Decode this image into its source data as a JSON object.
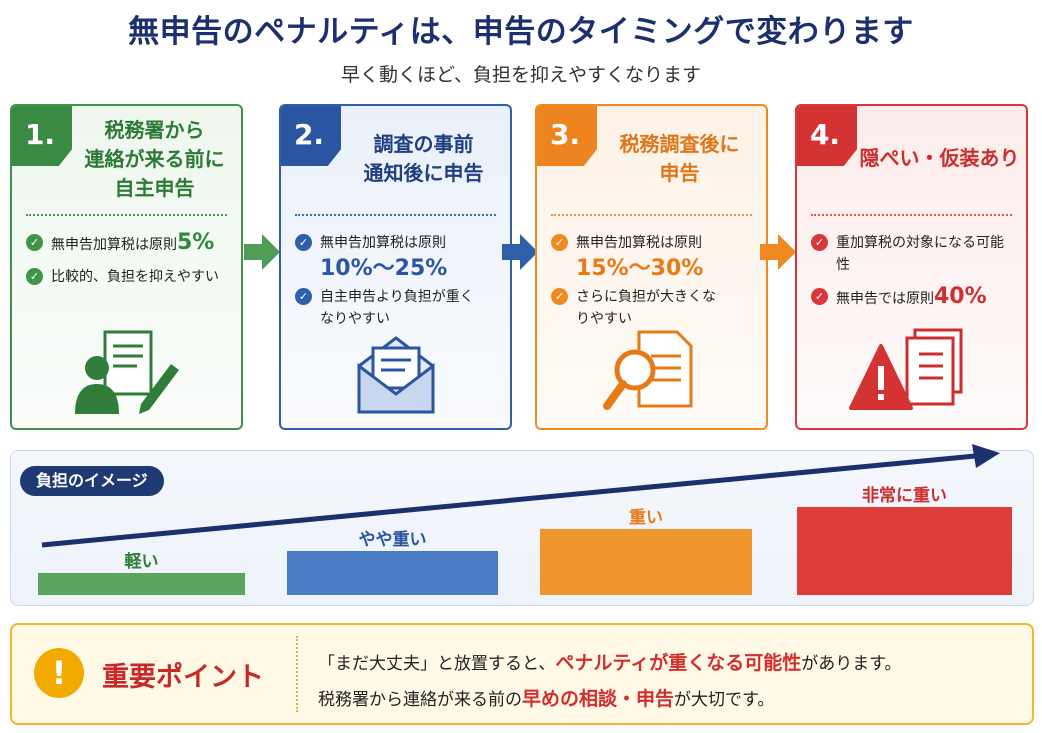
{
  "header": {
    "title": "無申告のペナルティは、申告のタイミングで変わります",
    "subtitle": "早く動くほど、負担を抑えやすくなります"
  },
  "steps": [
    {
      "number": "1.",
      "title_lines": [
        "税務署から",
        "連絡が来る前に",
        "自主申告"
      ],
      "items": [
        {
          "text": "無申告加算税は原則",
          "highlight": "5%"
        },
        {
          "text": "比較的、負担を抑えやすい"
        }
      ],
      "icon": "person-document-icon",
      "color": "#3f9448"
    },
    {
      "number": "2.",
      "title_lines": [
        "調査の事前",
        "通知後に申告"
      ],
      "items": [
        {
          "text": "無申告加算税は原則",
          "highlight": "10%〜25%"
        },
        {
          "text": "自主申告より負担が重くなりやすい"
        }
      ],
      "icon": "envelope-icon",
      "color": "#2e5fa8"
    },
    {
      "number": "3.",
      "title_lines": [
        "税務調査後に",
        "申告"
      ],
      "items": [
        {
          "text": "無申告加算税は原則",
          "highlight": "15%〜30%"
        },
        {
          "text": "さらに負担が大きくなりやすい"
        }
      ],
      "icon": "magnifier-document-icon",
      "color": "#ef8a23"
    },
    {
      "number": "4.",
      "title_lines": [
        "隠ぺい・仮装あり"
      ],
      "items": [
        {
          "text": "重加算税の対象になる可能性"
        },
        {
          "text": "無申告では原則",
          "highlight": "40%"
        }
      ],
      "icon": "warning-documents-icon",
      "color": "#d9383a"
    }
  ],
  "burden": {
    "label": "負担のイメージ",
    "levels": [
      {
        "label": "軽い",
        "level": 1,
        "color": "#5aa45f"
      },
      {
        "label": "やや重い",
        "level": 2,
        "color": "#4a7cc4"
      },
      {
        "label": "重い",
        "level": 3,
        "color": "#f0962e"
      },
      {
        "label": "非常に重い",
        "level": 4,
        "color": "#dd3c38"
      }
    ]
  },
  "point": {
    "badge": "!",
    "title": "重要ポイント",
    "line1": {
      "pre": "「まだ大丈夫」と放置すると、",
      "em": "ペナルティが重くなる可能性",
      "post": "があります。"
    },
    "line2": {
      "pre": "税務署から連絡が来る前の",
      "em": "早めの相談・申告",
      "post": "が大切です。"
    }
  }
}
